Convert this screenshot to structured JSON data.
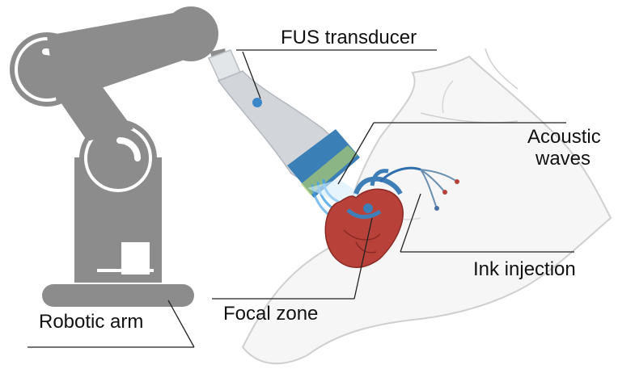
{
  "labels": {
    "fus_transducer": "FUS transducer",
    "acoustic_waves_line1": "Acoustic",
    "acoustic_waves_line2": "waves",
    "ink_injection": "Ink injection",
    "focal_zone": "Focal zone",
    "robotic_arm": "Robotic arm"
  },
  "colors": {
    "robot_arm": "#8c8c8c",
    "robot_highlight": "#ffffff",
    "transducer_body": "#d2d6db",
    "transducer_band": "#3a7fb5",
    "transducer_dot": "#3a86c7",
    "acoustic_waves": "#4aa3e8",
    "gel_zone": "#b7d36b",
    "heart": "#b8413a",
    "vessels": "#3f7fb7",
    "catheter": "#2f6fae",
    "torso_outline": "#c9c9c9",
    "leader_lines": "#222222"
  },
  "icons": [
    "robotic-arm-icon",
    "fus-transducer-icon",
    "heart-icon",
    "catheter-icon",
    "torso-icon"
  ]
}
